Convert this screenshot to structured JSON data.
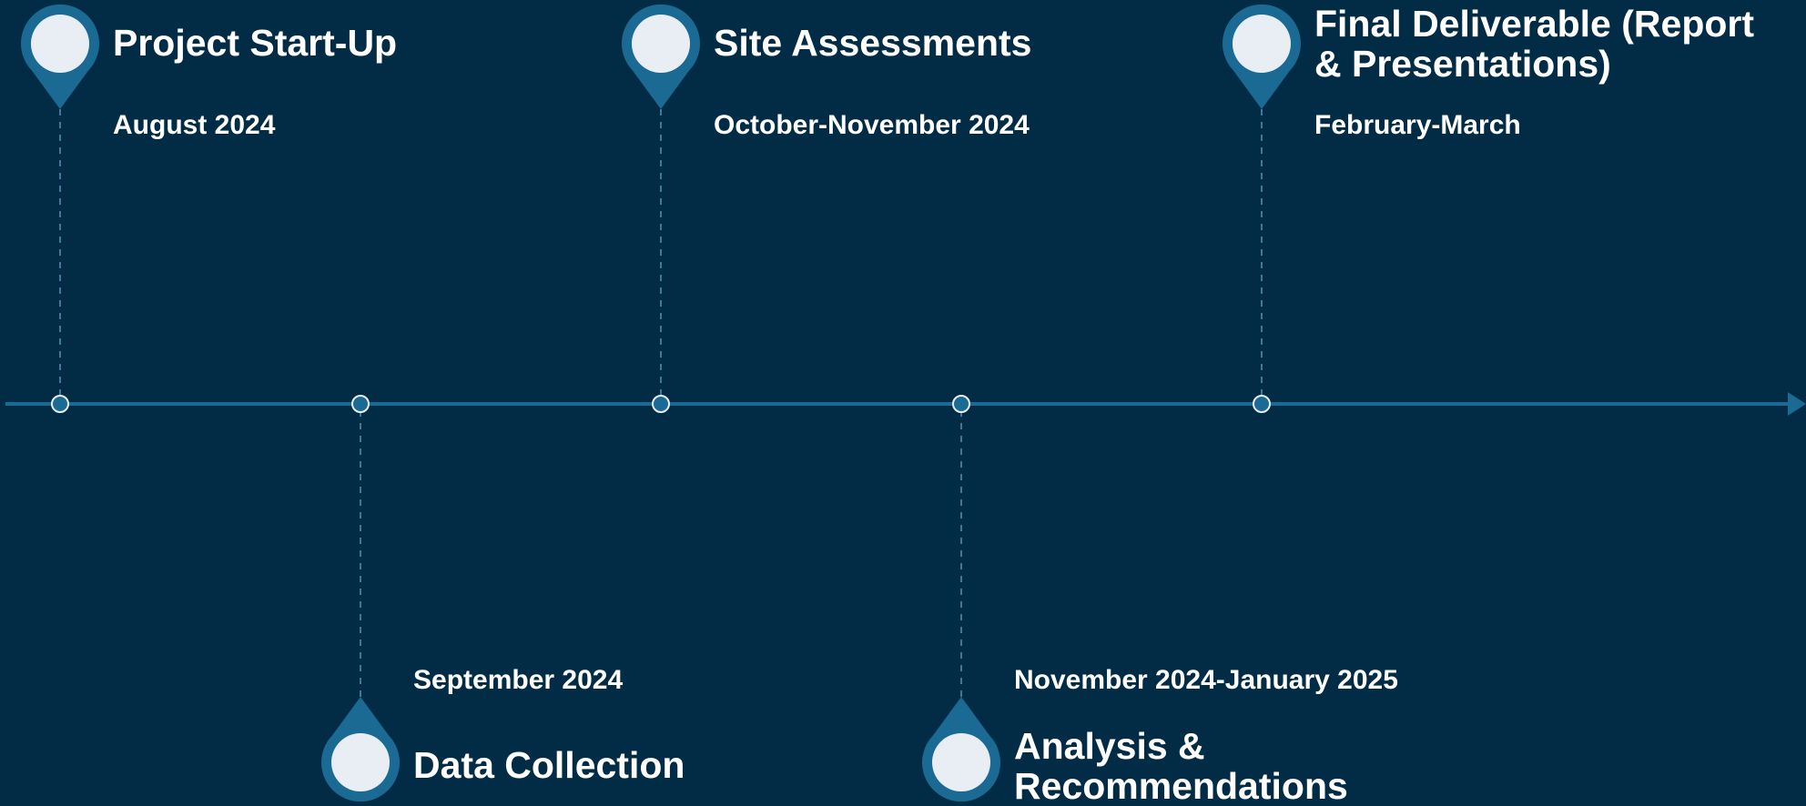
{
  "colors": {
    "background": "#022c46",
    "axis": "#1a6a93",
    "pin": "#1a6a93",
    "pin_face": "#e8eef3",
    "dot_fill": "#1a6a93",
    "dot_stroke": "#e8eef3",
    "connector": "#3d7a9a",
    "text": "#ffffff"
  },
  "milestones": [
    {
      "title_lines": [
        "Project Start-Up"
      ],
      "date": "August 2024",
      "placement": "above",
      "pin_icon": "map-pin-icon"
    },
    {
      "title_lines": [
        "Data Collection"
      ],
      "date": "September 2024",
      "placement": "below",
      "pin_icon": "map-pin-icon"
    },
    {
      "title_lines": [
        "Site Assessments"
      ],
      "date": "October-November 2024",
      "placement": "above",
      "pin_icon": "map-pin-icon"
    },
    {
      "title_lines": [
        "Analysis &",
        "Recommendations"
      ],
      "date": "November 2024-January 2025",
      "placement": "below",
      "pin_icon": "map-pin-icon"
    },
    {
      "title_lines": [
        "Final Deliverable (Report",
        "& Presentations)"
      ],
      "date": "February-March",
      "placement": "above",
      "pin_icon": "map-pin-icon"
    }
  ]
}
